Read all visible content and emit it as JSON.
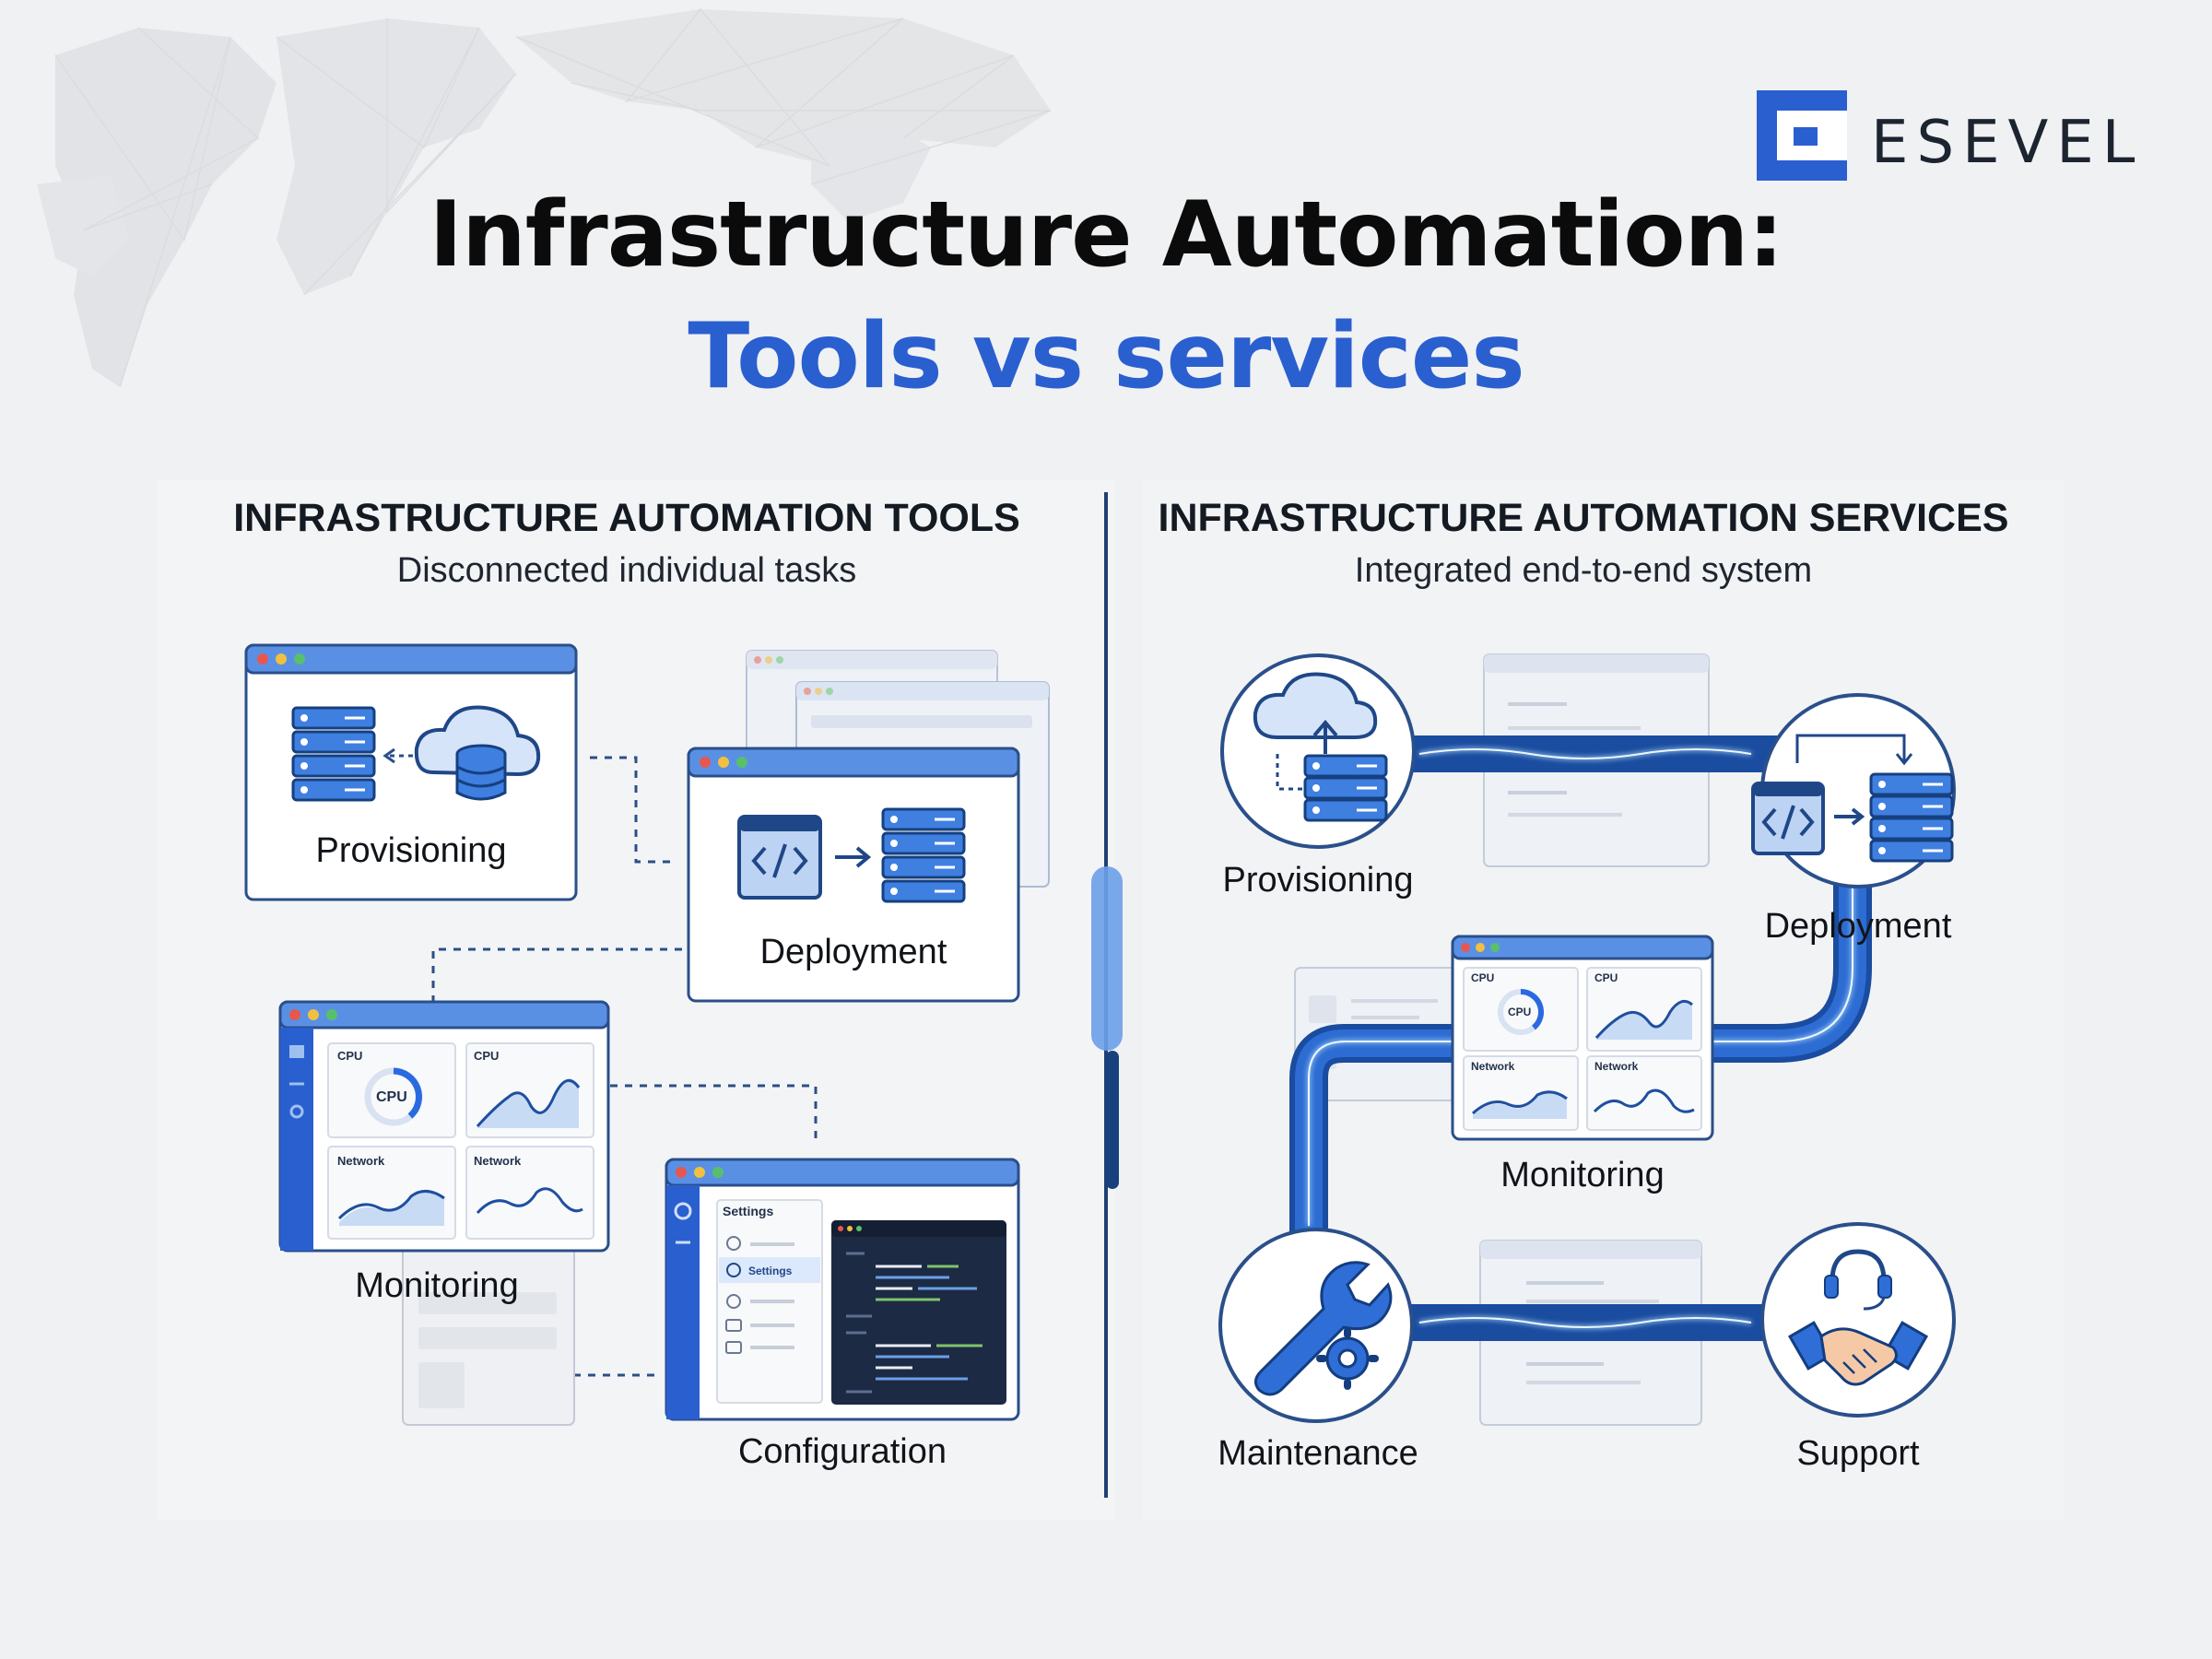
{
  "brand": {
    "name": "ESEVEL"
  },
  "title": {
    "line1": "Infrastructure Automation:",
    "line2": "Tools vs services"
  },
  "left": {
    "heading": "INFRASTRUCTURE AUTOMATION TOOLS",
    "subtitle": "Disconnected individual tasks",
    "labels": {
      "provisioning": "Provisioning",
      "deployment": "Deployment",
      "monitoring": "Monitoring",
      "configuration": "Configuration"
    },
    "dashboard": {
      "cpu": "CPU",
      "network": "Network"
    },
    "settings": {
      "title": "Settings",
      "active_item": "Settings"
    }
  },
  "right": {
    "heading": "INFRASTRUCTURE AUTOMATION SERVICES",
    "subtitle": "Integrated end-to-end system",
    "labels": {
      "provisioning": "Provisioning",
      "deployment": "Deployment",
      "monitoring": "Monitoring",
      "maintenance": "Maintenance",
      "support": "Support"
    },
    "dashboard": {
      "cpu": "CPU",
      "network": "Network"
    }
  },
  "colors": {
    "accent": "#2a5fd0",
    "panel_blue": "#4a86e0",
    "dark_blue": "#1b4fa8",
    "light_blue": "#cfe0f7",
    "line": "#2a4f8a"
  },
  "icons": [
    "logo-mark-icon",
    "server-stack-icon",
    "cloud-database-icon",
    "code-window-icon",
    "arrow-right-icon",
    "gauge-icon",
    "line-chart-icon",
    "gear-icon",
    "code-editor-icon",
    "cloud-upload-icon",
    "wrench-gear-icon",
    "headset-handshake-icon"
  ]
}
